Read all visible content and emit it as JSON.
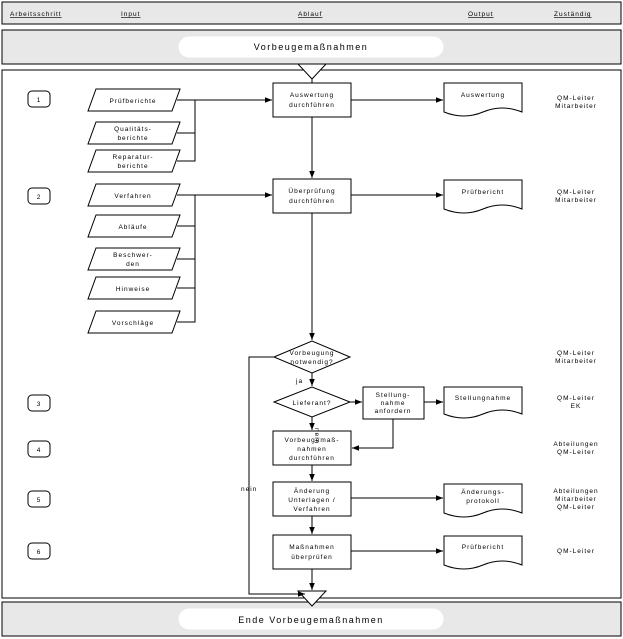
{
  "header": {
    "arbeitsschritt": "Arbeitsschritt",
    "input": "Input",
    "ablauf": "Ablauf",
    "output": "Output",
    "zustaendig": "Zuständig"
  },
  "start_label": "Vorbeugemaßnahmen",
  "end_label": "Ende Vorbeugemaßnahmen",
  "steps": [
    "1",
    "2",
    "3",
    "4",
    "5",
    "6"
  ],
  "inputs": {
    "pruefberichte": "Prüfberichte",
    "qualitaet_1": "Qualitäts-",
    "qualitaet_2": "berichte",
    "reparatur_1": "Reparatur-",
    "reparatur_2": "berichte",
    "verfahren": "Verfahren",
    "ablaeufe": "Abläufe",
    "beschwerden_1": "Beschwer-",
    "beschwerden_2": "den",
    "hinweise": "Hinweise",
    "vorschlaege": "Vorschläge"
  },
  "process": {
    "auswertung_1": "Auswertung",
    "auswertung_2": "durchführen",
    "ueberpruefung_1": "Überprüfung",
    "ueberpruefung_2": "durchführen",
    "vorbeugung_1": "Vorbeugung",
    "vorbeugung_2": "notwendig?",
    "lieferant": "Lieferant?",
    "stellung_1": "Stellung-",
    "stellung_2": "nahme",
    "stellung_3": "anfordern",
    "vorbeuge_1": "Vorbeugemaß-",
    "vorbeuge_2": "nahmen",
    "vorbeuge_3": "durchführen",
    "aenderung_1": "Änderung",
    "aenderung_2": "Unterlagen /",
    "aenderung_3": "Verfahren",
    "massnahmen_1": "Maßnahmen",
    "massnahmen_2": "überprüfen"
  },
  "decisions": {
    "ja": "ja",
    "nein_lieferant": "nein",
    "nein_vorbeugung": "nein"
  },
  "outputs": {
    "auswertung": "Auswertung",
    "pruefbericht_1": "Prüfbericht",
    "stellungnahme": "Stellungnahme",
    "aenderung_1": "Änderungs-",
    "aenderung_2": "protokoll",
    "pruefbericht_2": "Prüfbericht"
  },
  "responsible": {
    "r1_1": "QM-Leiter",
    "r1_2": "Mitarbeiter",
    "r2_1": "QM-Leiter",
    "r2_2": "Mitarbeiter",
    "rd_1": "QM-Leiter",
    "rd_2": "Mitarbeiter",
    "r3_1": "QM-Leiter",
    "r3_2": "EK",
    "r4_1": "Abteilungen",
    "r4_2": "QM-Leiter",
    "r5_1": "Abteilungen",
    "r5_2": "Mitarbeiter",
    "r5_3": "QM-Leiter",
    "r6_1": "QM-Leiter"
  }
}
